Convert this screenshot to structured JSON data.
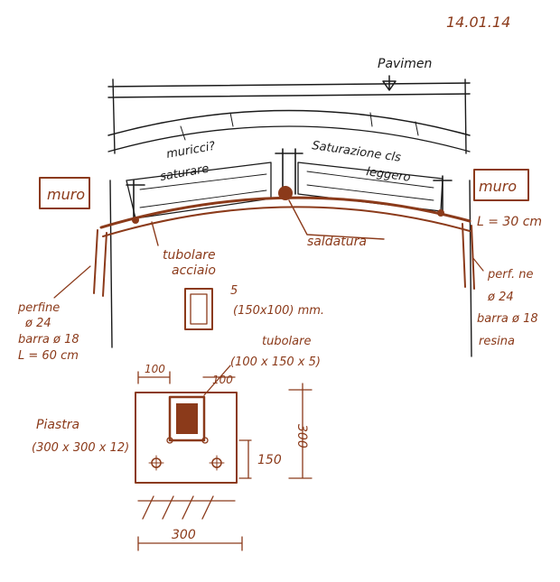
{
  "date": "14.01.14",
  "pavimento": "Pavimen",
  "muro_left": "muro",
  "muro_right": "muro",
  "muricci": "muricci?",
  "saturare": "saturare",
  "saturazione": "Saturazione cls",
  "leggero": "leggero",
  "tubolare_acciaio_1": "tubolare",
  "tubolare_acciaio_2": "acciaio",
  "saldatura": "saldatura",
  "length": "L = 30 cm",
  "sezione_spessore": "5",
  "sezione_dim": "(150x100) mm.",
  "perfori_left_1": "perfine",
  "perfori_left_2": "ø 24",
  "perfori_left_3": "barra ø 18",
  "perfori_left_4": "L = 60 cm",
  "perfori_right_1": "perf. ne",
  "perfori_right_2": "ø 24",
  "perfori_right_3": "barra ø 18",
  "perfori_right_4": "resina",
  "tubolare_2": "tubolare",
  "tubolare_dim": "(100 x 150 x 5)",
  "dim_100_a": "100",
  "dim_100_b": "100",
  "piastra_1": "Piastra",
  "piastra_2": "(300 x 300 x 12)",
  "dim_150": "150",
  "dim_300_v": "300",
  "dim_300_h": "300"
}
